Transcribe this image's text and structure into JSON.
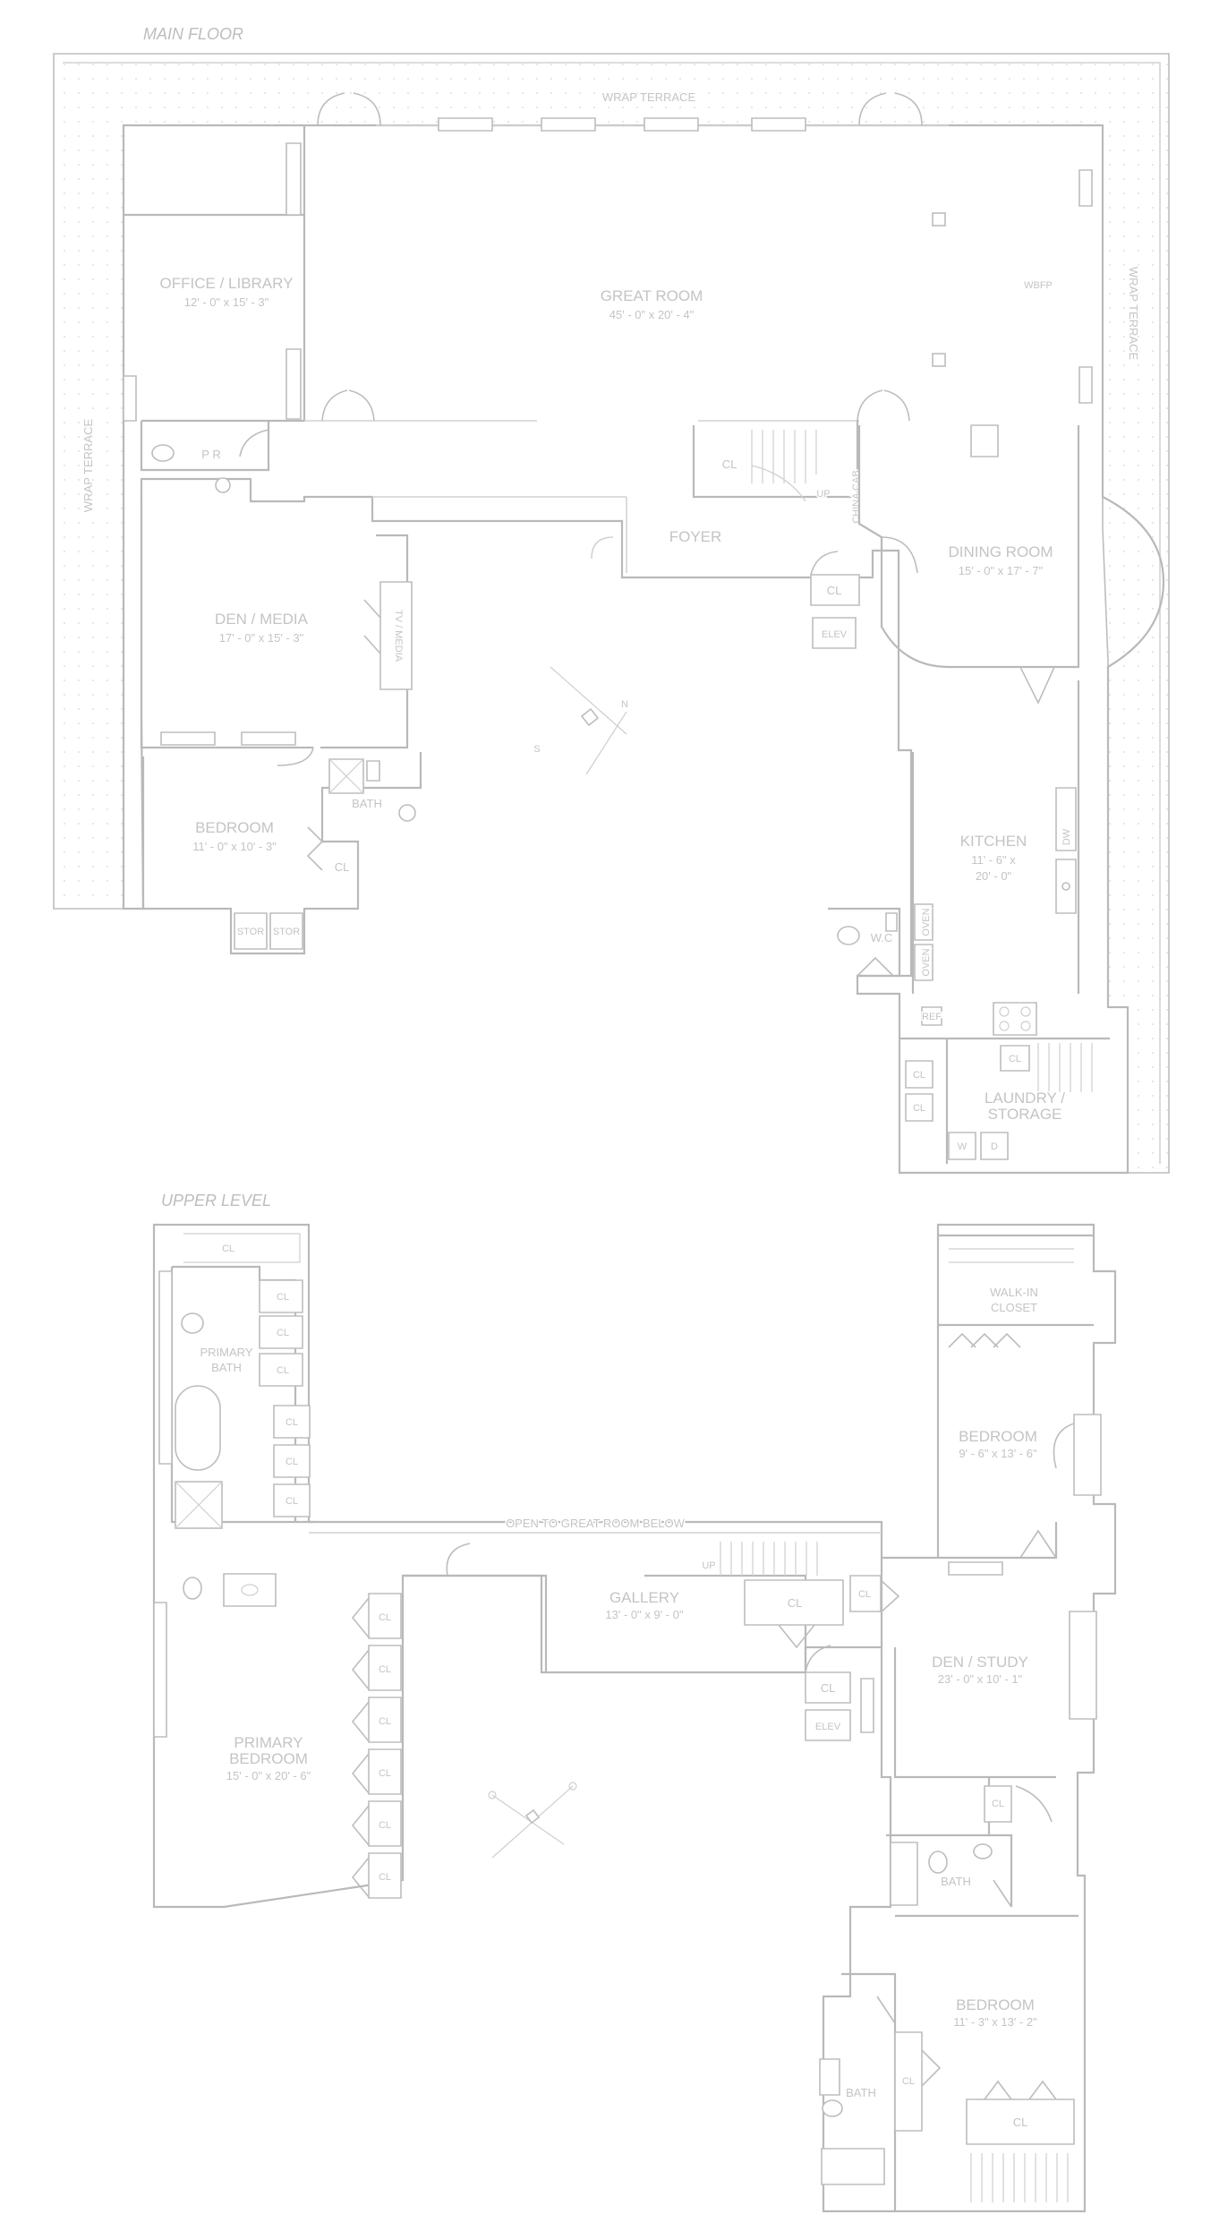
{
  "titles": {
    "main_floor": "MAIN FLOOR",
    "upper_level": "UPPER LEVEL"
  },
  "main_floor": {
    "terrace_top": "WRAP TERRACE",
    "terrace_left": "WRAP TERRACE",
    "terrace_right": "WRAP TERRACE",
    "office": {
      "name": "OFFICE / LIBRARY",
      "dim": "12' - 0\" x 15' - 3\""
    },
    "great_room": {
      "name": "GREAT ROOM",
      "dim": "45' - 0\" x 20' - 4\""
    },
    "wbfp": "WBFP",
    "pr": "P R",
    "foyer": "FOYER",
    "den_media": {
      "name": "DEN / MEDIA",
      "dim": "17' - 0\" x 15' - 3\""
    },
    "tv_media": "TV / MEDIA",
    "dining": {
      "name": "DINING ROOM",
      "dim": "15' - 0\" x 17' - 7\""
    },
    "china_cab": "CHINA CAB",
    "bedroom": {
      "name": "BEDROOM",
      "dim": "11' - 0\" x 10' - 3\""
    },
    "bath": "BATH",
    "stor1": "STOR",
    "stor2": "STOR",
    "kitchen": {
      "name": "KITCHEN",
      "dim1": "11' - 6\" x",
      "dim2": "20' - 0\""
    },
    "wc": "W.C",
    "laundry": {
      "name1": "LAUNDRY /",
      "name2": "STORAGE"
    },
    "elev": "ELEV",
    "cl": "CL",
    "up": "UP",
    "w": "W",
    "d": "D",
    "fridge": "REF",
    "dw": "DW",
    "ovens": "OVEN",
    "compass": {
      "n": "N",
      "s": "S"
    }
  },
  "upper_level": {
    "open_to": "OPEN TO GREAT ROOM BELOW",
    "primary_bath": {
      "name1": "PRIMARY",
      "name2": "BATH"
    },
    "primary_bedroom": {
      "name1": "PRIMARY",
      "name2": "BEDROOM",
      "dim": "15' - 0\" x 20' - 6\""
    },
    "gallery": {
      "name": "GALLERY",
      "dim": "13' - 0\" x 9' - 0\""
    },
    "walkin": {
      "name1": "WALK-IN",
      "name2": "CLOSET"
    },
    "bedroom_a": {
      "name": "BEDROOM",
      "dim": "9' - 6\" x 13' - 6\""
    },
    "den_study": {
      "name": "DEN / STUDY",
      "dim": "23' - 0\" x 10' - 1\""
    },
    "bath1": "BATH",
    "bath2": "BATH",
    "bedroom_b": {
      "name": "BEDROOM",
      "dim": "11' - 3\" x 13' - 2\""
    },
    "elev": "ELEV",
    "cl": "CL",
    "up": "UP"
  }
}
